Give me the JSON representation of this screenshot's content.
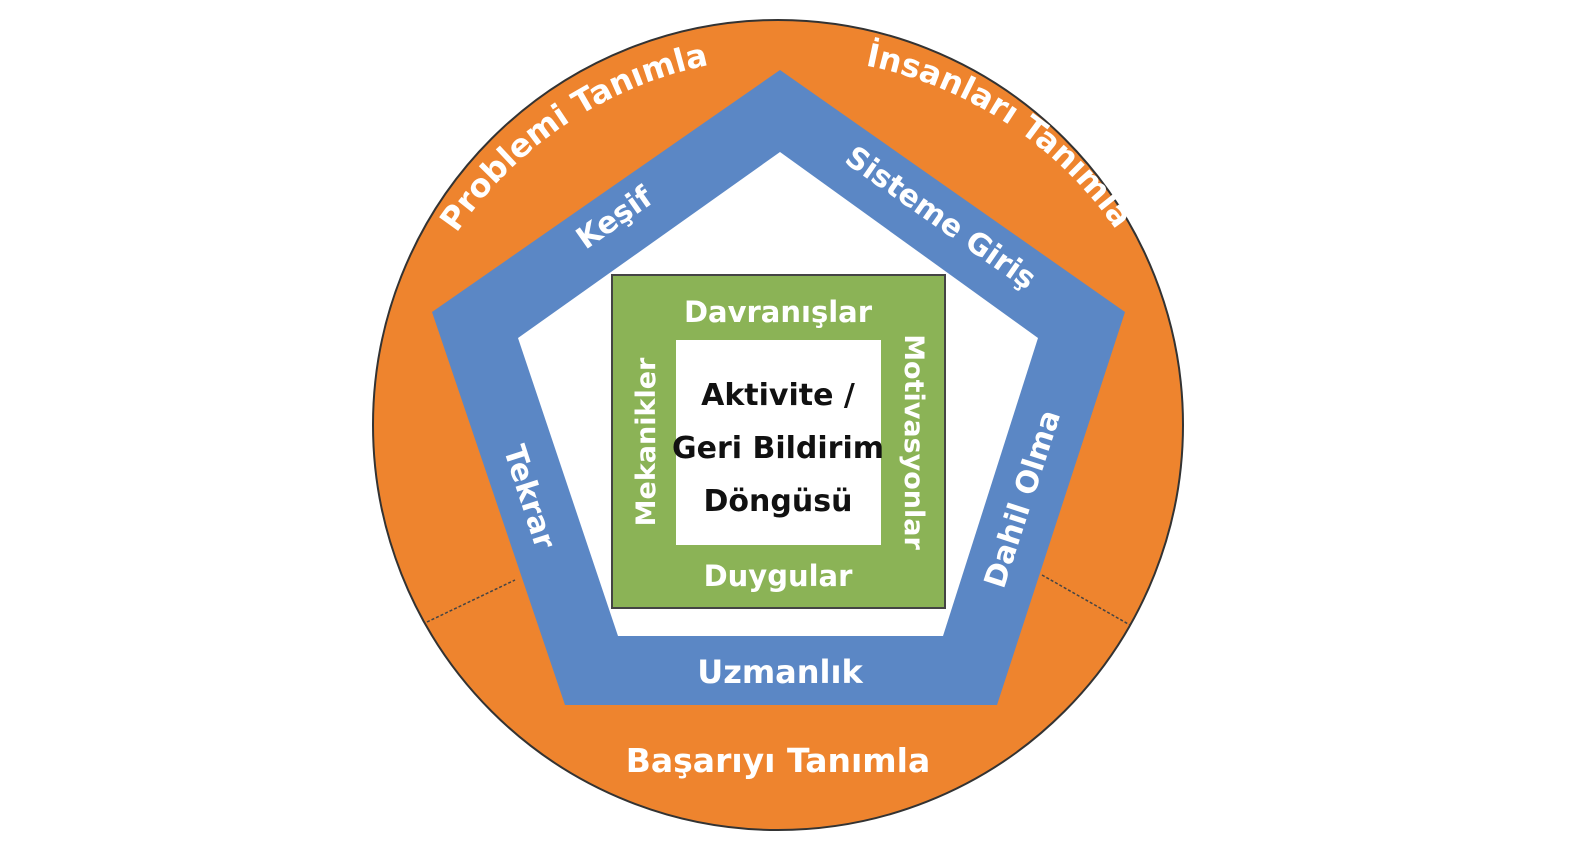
{
  "colors": {
    "outer_ring": "#EE842E",
    "pentagon_band": "#5B87C5",
    "square_band": "#8BB356",
    "core": "#FFFFFF",
    "label_text": "#FFFFFF",
    "core_text": "#111111"
  },
  "outer_ring": {
    "top_left": "Problemi Tanımla",
    "top_right": "İnsanları Tanımla",
    "bottom": "Başarıyı Tanımla"
  },
  "pentagon": {
    "top_left": "Keşif",
    "top_right": "Sisteme Giriş",
    "right": "Dahil Olma",
    "bottom": "Uzmanlık",
    "left": "Tekrar"
  },
  "square": {
    "top": "Davranışlar",
    "right": "Motivasyonlar",
    "bottom": "Duygular",
    "left": "Mekanikler"
  },
  "core": {
    "line1": "Aktivite /",
    "line2": "Geri Bildirim",
    "line3": "Döngüsü"
  }
}
